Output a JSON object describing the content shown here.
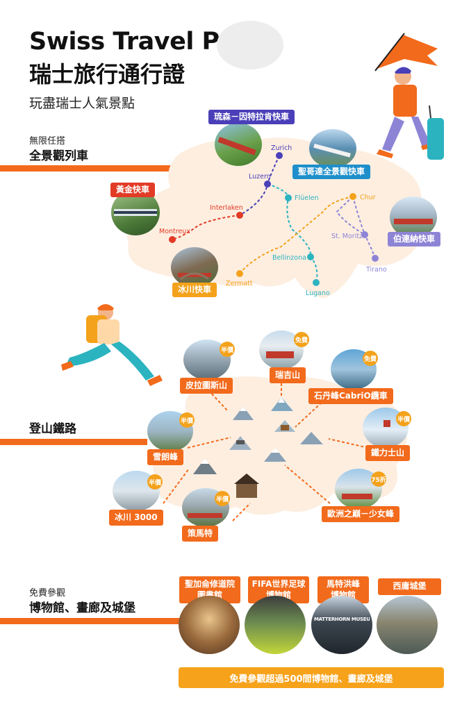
{
  "header": {
    "title_en": "Swiss Travel Pass",
    "title_zh": "瑞士旅行通行證",
    "subtitle": "玩盡瑞士人氣景點"
  },
  "section_trains": {
    "kicker": "無限任搭",
    "title": "全景觀列車",
    "trains": [
      {
        "label": "琉森－因特拉肯快車",
        "color": "#4a3fb8"
      },
      {
        "label": "聖哥達全景觀快車",
        "color": "#1e8fcb"
      },
      {
        "label": "黃金快車",
        "color": "#e23b26"
      },
      {
        "label": "伯連納快車",
        "color": "#8e84d6"
      },
      {
        "label": "冰川快車",
        "color": "#f4a21b"
      }
    ],
    "cities": [
      "Zurich",
      "Luzern",
      "Flüelen",
      "Chur",
      "Interlaken",
      "Montreux",
      "St. Moritz",
      "Bellinzona",
      "Tirano",
      "Zermatt",
      "Lugano"
    ]
  },
  "section_mountains": {
    "title": "登山鐵路",
    "peaks": [
      {
        "label": "皮拉圖斯山",
        "badge": "半價"
      },
      {
        "label": "瑞吉山",
        "badge": "免費"
      },
      {
        "label": "石丹峰CabriO纜車",
        "badge": "免費"
      },
      {
        "label": "雪朗峰",
        "badge": "半價"
      },
      {
        "label": "鐵力士山",
        "badge": "半價"
      },
      {
        "label": "冰川 3000",
        "badge": "半價"
      },
      {
        "label": "策馬特",
        "badge": "半價"
      },
      {
        "label": "歐洲之巔－少女峰",
        "badge": "75折"
      }
    ]
  },
  "section_museums": {
    "kicker": "免費參觀",
    "title": "博物館、畫廊及城堡",
    "museums": [
      {
        "label": "聖加侖修道院\n圖書館"
      },
      {
        "label": "FIFA世界足球\n博物館"
      },
      {
        "label": "馬特洪峰\n博物館"
      },
      {
        "label": "西庸城堡"
      }
    ],
    "photo_sign": "MATTERHORN MUSEUM",
    "free_note": "免費參觀超過500間博物館、畫廊及城堡"
  },
  "colors": {
    "accent": "#f26a1b",
    "map_fill": "#fdeee0",
    "gold": "#f4a21b"
  }
}
